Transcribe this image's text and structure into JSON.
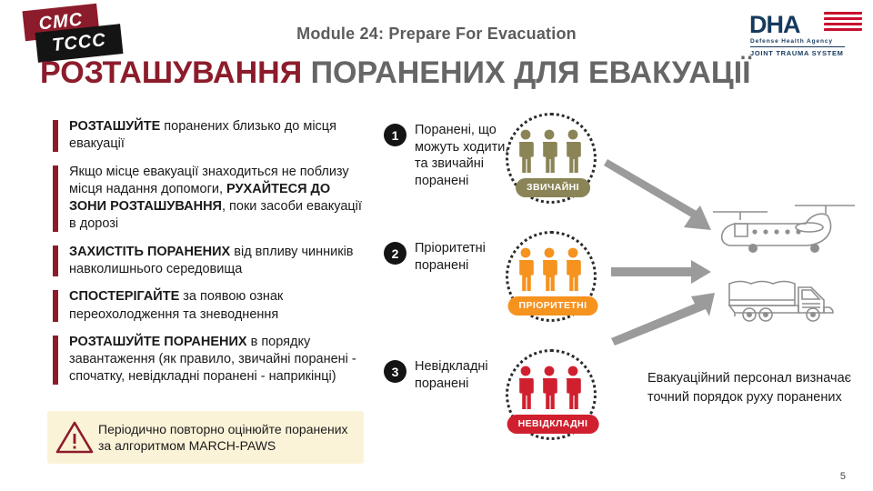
{
  "logos": {
    "cmc": "CMC",
    "tccc": "TCCC",
    "dha_wordmark": "DHA",
    "dha_sub1": "Defense Health Agency",
    "dha_sub2": "JOINT TRAUMA SYSTEM"
  },
  "header": {
    "module": "Module 24: Prepare For Evacuation"
  },
  "title": {
    "red": "РОЗТАШУВАННЯ",
    "gray": "ПОРАНЕНИХ ДЛЯ  ЕВАКУАЦІЇ"
  },
  "bullets": [
    {
      "strong": "РОЗТАШУЙТЕ",
      "rest": " поранених близько до місця евакуації"
    },
    {
      "lead": "Якщо місце евакуації знаходиться не поблизу місця надання допомоги, ",
      "strong": "РУХАЙТЕСЯ ДО ЗОНИ РОЗТАШУВАННЯ",
      "rest": ", поки засоби евакуації в дорозі"
    },
    {
      "strong": "ЗАХИСТІТЬ ПОРАНЕНИХ",
      "rest": " від впливу чинників навколишнього середовища"
    },
    {
      "strong": "СПОСТЕРІГАЙТЕ",
      "rest": " за появою ознак переохолодження та зневоднення"
    },
    {
      "strong": "РОЗТАШУЙТЕ ПОРАНЕНИХ",
      "rest": " в порядку завантаження (як правило, звичайні поранені - спочатку, невідкладні поранені - наприкінці)"
    }
  ],
  "warning": {
    "icon": "warning-triangle-icon",
    "text": "Періодично повторно оцінюйте поранених за алгоритмом  MARCH-PAWS",
    "background": "#fbf3d8",
    "icon_color": "#8c1c2b"
  },
  "groups": [
    {
      "number": "1",
      "label": "Поранені, що можуть ходити, та звичайні поранені",
      "badge": "ЗВИЧАЙНІ",
      "color": "#8a8456",
      "figure_count": 3
    },
    {
      "number": "2",
      "label": "Пріоритетні поранені",
      "badge": "ПРІОРИТЕТНІ",
      "color": "#f6921e",
      "figure_count": 3
    },
    {
      "number": "3",
      "label": "Невідкладні поранені",
      "badge": "НЕВІДКЛАДНІ",
      "color": "#d0202f",
      "figure_count": 3
    }
  ],
  "vehicles": [
    {
      "name": "helicopter-icon",
      "color": "#8f8f8f"
    },
    {
      "name": "truck-icon",
      "color": "#8f8f8f"
    }
  ],
  "arrows": {
    "color": "#9b9b9b",
    "count": 3
  },
  "eval_note": "Евакуаційний персонал визначає точний порядок руху поранених",
  "page_number": "5",
  "colors": {
    "brand_red": "#8c1c2b",
    "title_gray": "#666666",
    "routine": "#8a8456",
    "priority": "#f6921e",
    "urgent": "#d0202f",
    "dha_navy": "#16395e",
    "flag_red": "#c8102e"
  }
}
